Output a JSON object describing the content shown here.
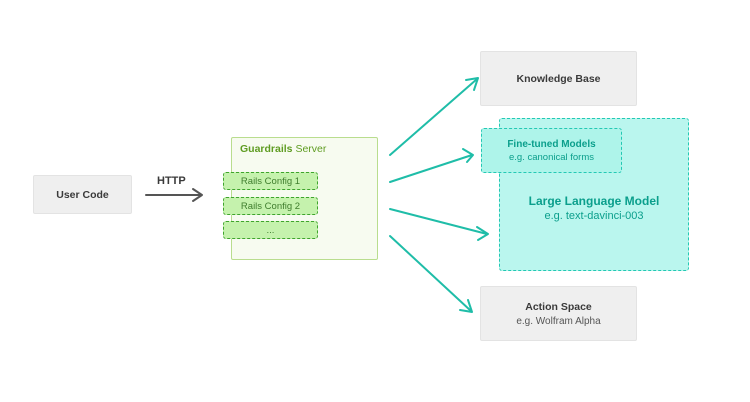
{
  "user_code": {
    "label": "User Code"
  },
  "http": {
    "label": "HTTP"
  },
  "server": {
    "name": "Guardrails",
    "suffix": " Server",
    "configs": [
      "Rails Config 1",
      "Rails Config 2",
      "..."
    ]
  },
  "knowledge_base": {
    "label": "Knowledge Base"
  },
  "fine_tuned": {
    "title": "Fine-tuned Models",
    "subtitle": "e.g. canonical forms"
  },
  "llm": {
    "title": "Large Language Model",
    "subtitle": "e.g. text-davinci-003"
  },
  "action_space": {
    "title": "Action Space",
    "subtitle": "e.g. Wolfram Alpha"
  },
  "colors": {
    "server_green": "#5f9c22",
    "rail_border": "#3fa42d",
    "teal": "#1fbda8",
    "gray_arrow": "#555555"
  }
}
